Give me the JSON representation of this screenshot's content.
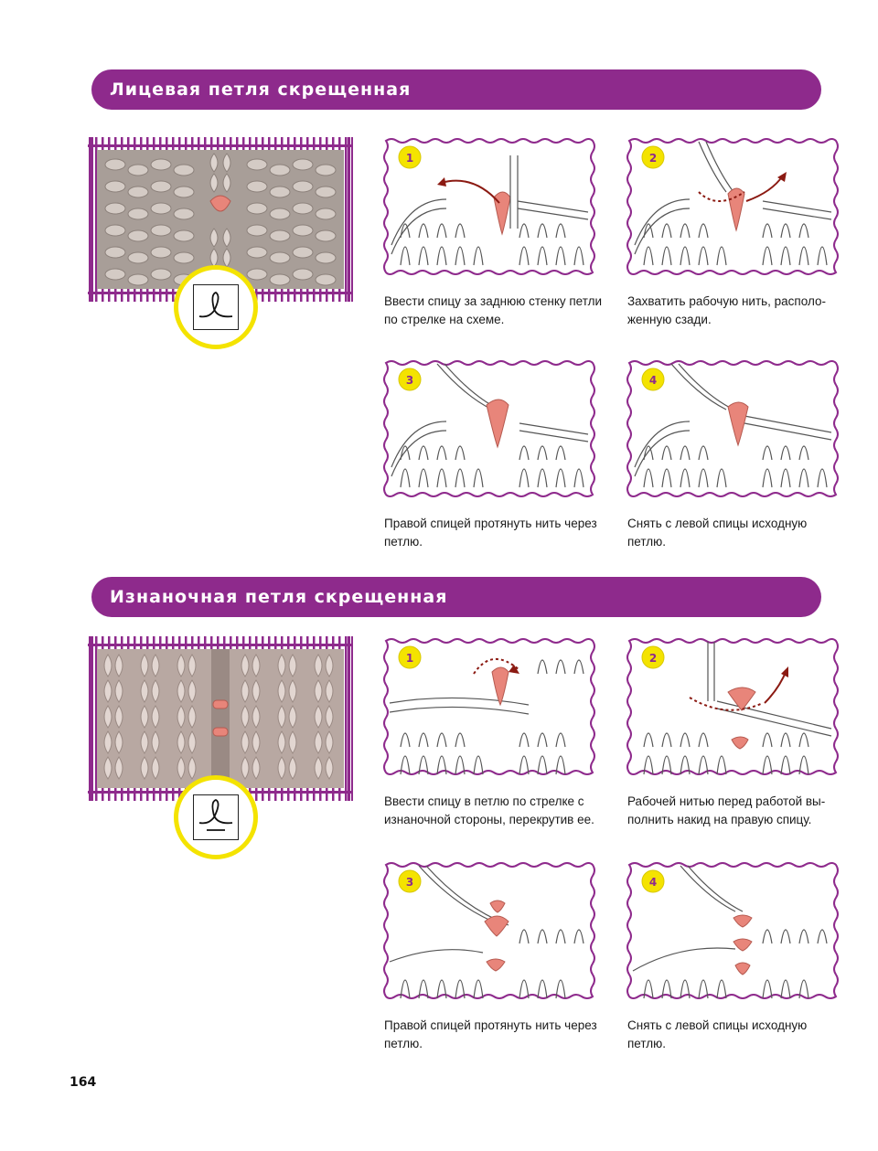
{
  "sections": [
    {
      "title": "Лицевая петля скрещенная",
      "steps": [
        {
          "number": "1",
          "caption": "Ввести спицу за заднюю стенку петли по стрелке на схеме."
        },
        {
          "number": "2",
          "caption": "Захватить рабочую нить, располо-женную сзади."
        },
        {
          "number": "3",
          "caption": "Правой спицей протянуть нить через петлю."
        },
        {
          "number": "4",
          "caption": "Снять с левой спицы исходную петлю."
        }
      ]
    },
    {
      "title": "Изнаночная петля скрещенная",
      "steps": [
        {
          "number": "1",
          "caption": "Ввести спицу в петлю по стрелке с изнаночной стороны, перекрутив ее."
        },
        {
          "number": "2",
          "caption": "Рабочей нитью перед работой вы-полнить накид на правую спицу."
        },
        {
          "number": "3",
          "caption": "Правой спицей протянуть нить через петлю."
        },
        {
          "number": "4",
          "caption": "Снять с левой спицы исходную петлю."
        }
      ]
    }
  ],
  "page_number": "164",
  "colors": {
    "banner": "#8e2a8c",
    "badge_ring": "#f4e300",
    "step_number_circle": "#f4e300",
    "wavy_frame": "#8e2a8c",
    "highlight_loop": "#e8857a",
    "arrow": "#8b1a12",
    "yarn": "#c8b8b0"
  },
  "icons": {
    "knit_symbol": "crossed-knit-loop-symbol-icon",
    "purl_symbol": "crossed-purl-loop-symbol-icon"
  }
}
